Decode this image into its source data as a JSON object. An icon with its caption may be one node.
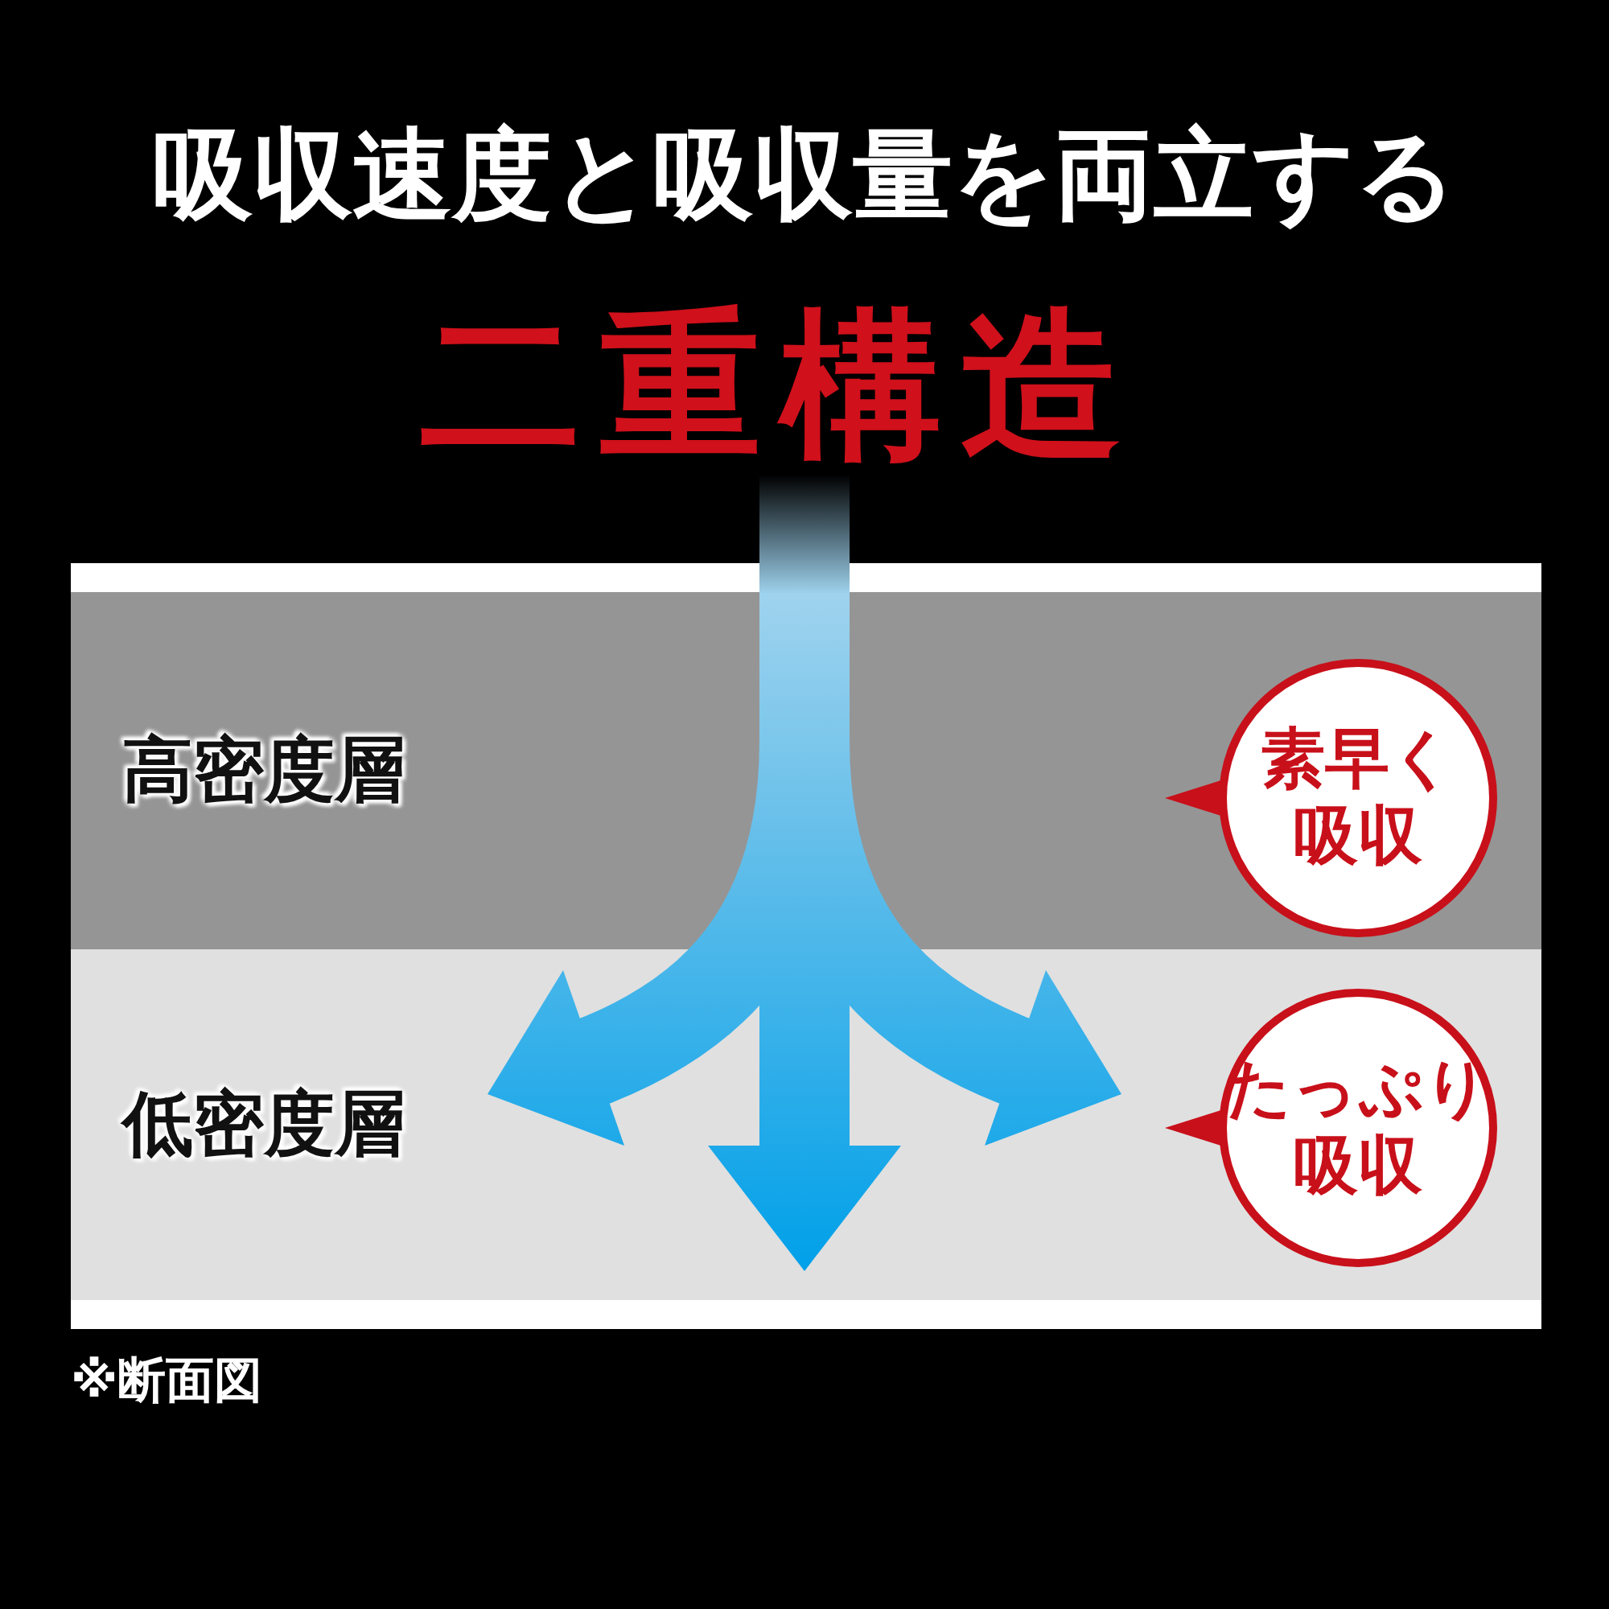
{
  "diagram": {
    "title": "吸収速度と吸収量を両立する",
    "nodes": [
      {
        "text": [
          "高密度層"
        ]
      },
      {
        "text": [
          "素早く吸収"
        ],
        "in": 0
      },
      {
        "text": [
          "低密度層"
        ]
      },
      {
        "text": [
          "たっぷり吸収"
        ],
        "in": 2
      }
    ],
    "labels": [
      "二重構造"
    ],
    "caption": "※断面図"
  }
}
